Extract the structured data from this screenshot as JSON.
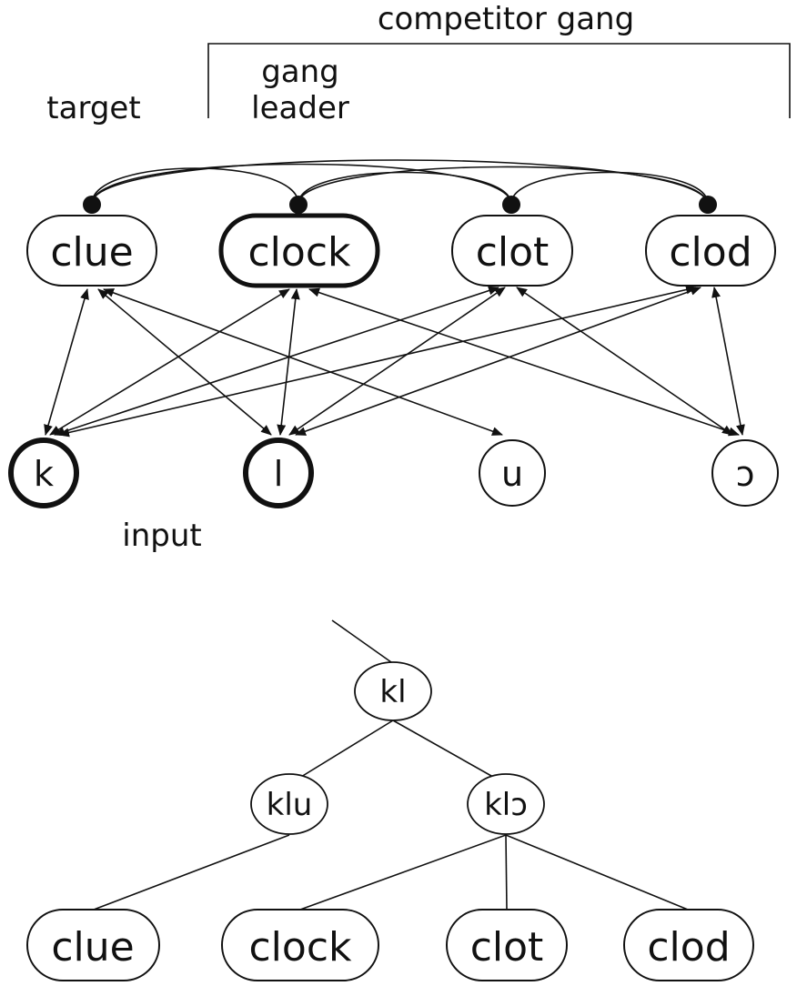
{
  "labels": {
    "competitor_gang": "competitor gang",
    "gang_leader_line1": "gang",
    "gang_leader_line2": "leader",
    "target": "target",
    "input": "input"
  },
  "word_units": [
    "clue",
    "clock",
    "clot",
    "clod"
  ],
  "phoneme_units": [
    "k",
    "l",
    "u",
    "ɔ"
  ],
  "highlighted_word": "clock",
  "active_phonemes": [
    "k",
    "l"
  ],
  "tree": {
    "root": "kl",
    "children": [
      "klu",
      "klɔ"
    ],
    "leaves": [
      "clue",
      "clock",
      "clot",
      "clod"
    ]
  }
}
